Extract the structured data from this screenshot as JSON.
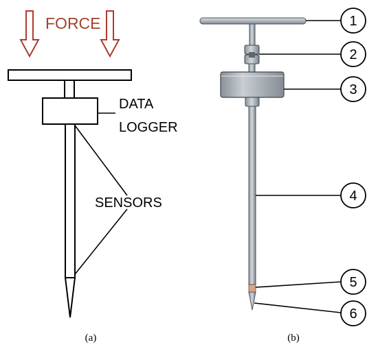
{
  "panel_a": {
    "force_label": "FORCE",
    "data_logger_line1": "DATA",
    "data_logger_line2": "LOGGER",
    "sensors_label": "SENSORS",
    "caption": "(a)"
  },
  "panel_b": {
    "callouts": [
      "1",
      "2",
      "3",
      "4",
      "5",
      "6"
    ],
    "caption": "(b)"
  },
  "colors": {
    "force_arrow": "#b03a2e",
    "line": "#000000",
    "metal_light": "#b9bfc6",
    "metal_dark": "#6f767e"
  }
}
